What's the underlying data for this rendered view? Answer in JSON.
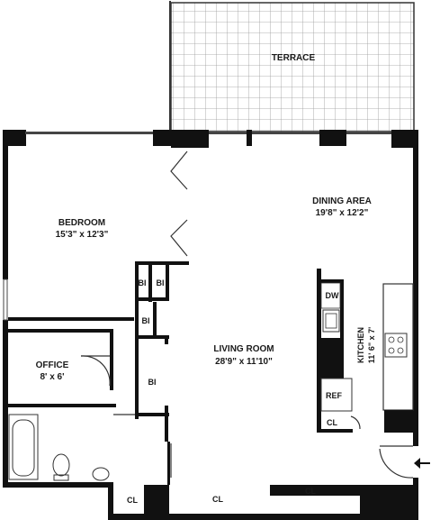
{
  "rooms": {
    "terrace": {
      "name": "TERRACE"
    },
    "bedroom": {
      "name": "BEDROOM",
      "dims": "15'3\" x 12'3\""
    },
    "dining": {
      "name": "DINING AREA",
      "dims": "19'8\" x 12'2\""
    },
    "living": {
      "name": "LIVING ROOM",
      "dims": "28'9\" x 11'10\""
    },
    "office": {
      "name": "OFFICE",
      "dims": "8'  x 6'"
    },
    "kitchen": {
      "name": "KITCHEN",
      "dims": "11' 6\" x 7'"
    }
  },
  "fixtures": {
    "bi": "BI",
    "cl": "CL",
    "dw": "DW",
    "ref": "REF"
  },
  "colors": {
    "wall": "#111111",
    "grid": "#9a9a9a",
    "line": "#333333"
  }
}
